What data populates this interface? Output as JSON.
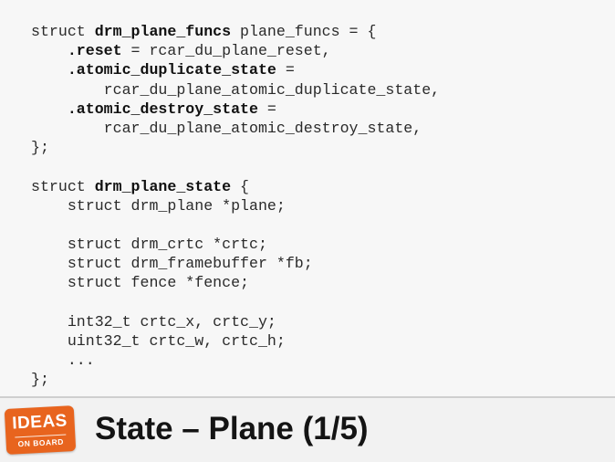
{
  "slide": {
    "title": "State – Plane (1/5)",
    "logo": {
      "top_text": "IDEAS",
      "bottom_text": "ON BOARD",
      "color": "#e8641e"
    },
    "code_lines": [
      [
        {
          "t": "struct "
        },
        {
          "t": "drm_plane_funcs",
          "b": true
        },
        {
          "t": " plane_funcs = {"
        }
      ],
      [
        {
          "t": "    "
        },
        {
          "t": ".reset",
          "b": true
        },
        {
          "t": " = rcar_du_plane_reset,"
        }
      ],
      [
        {
          "t": "    "
        },
        {
          "t": ".atomic_duplicate_state",
          "b": true
        },
        {
          "t": " ="
        }
      ],
      [
        {
          "t": "        rcar_du_plane_atomic_duplicate_state,"
        }
      ],
      [
        {
          "t": "    "
        },
        {
          "t": ".atomic_destroy_state",
          "b": true
        },
        {
          "t": " ="
        }
      ],
      [
        {
          "t": "        rcar_du_plane_atomic_destroy_state,"
        }
      ],
      [
        {
          "t": "};"
        }
      ],
      [
        {
          "t": ""
        }
      ],
      [
        {
          "t": "struct "
        },
        {
          "t": "drm_plane_state",
          "b": true
        },
        {
          "t": " {"
        }
      ],
      [
        {
          "t": "    struct drm_plane *plane;"
        }
      ],
      [
        {
          "t": ""
        }
      ],
      [
        {
          "t": "    struct drm_crtc *crtc;"
        }
      ],
      [
        {
          "t": "    struct drm_framebuffer *fb;"
        }
      ],
      [
        {
          "t": "    struct fence *fence;"
        }
      ],
      [
        {
          "t": ""
        }
      ],
      [
        {
          "t": "    int32_t crtc_x, crtc_y;"
        }
      ],
      [
        {
          "t": "    uint32_t crtc_w, crtc_h;"
        }
      ],
      [
        {
          "t": "    ..."
        }
      ],
      [
        {
          "t": "};"
        }
      ]
    ]
  }
}
